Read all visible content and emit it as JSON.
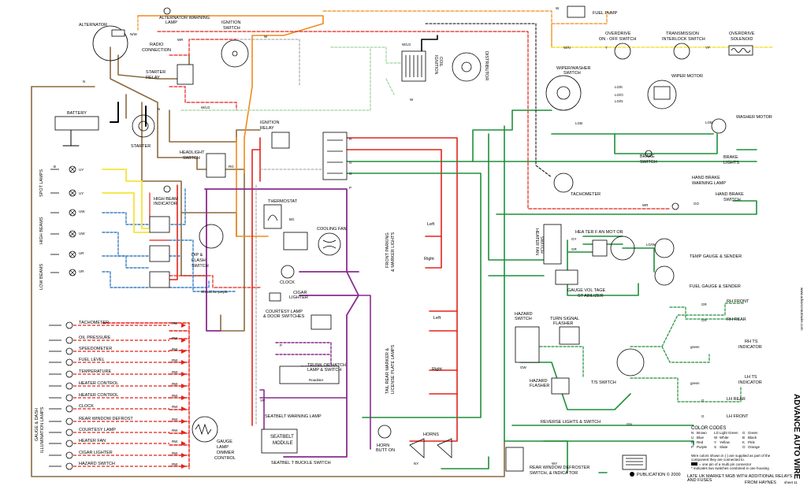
{
  "components": {
    "alternator": "ALTERNATOR",
    "alternator_warning_lamp": [
      "ALTERNATOR WARNING",
      "LAMP"
    ],
    "ignition_switch": [
      "IGNITION",
      "SWITCH"
    ],
    "radio_connection": [
      "RADIO",
      "CONNECTION"
    ],
    "starter_relay": [
      "STARTER",
      "RELAY"
    ],
    "battery": "BATTERY",
    "starter": "STARTER",
    "fuel_pump": "FUEL PUMP",
    "overdrive_switch": [
      "OVERDRIVE",
      "ON - OFF SWITCH"
    ],
    "transmission_interlock": [
      "TRANSMISSION",
      "INTERLOCK SWITCH"
    ],
    "overdrive_solenoid": [
      "OVERDRIVE",
      "SOLENOID"
    ],
    "ignition_coil": [
      "IGNITION",
      "COIL"
    ],
    "distributor": "DISTRIBUTOR",
    "wiper_washer_switch": [
      "WIPER/WASHER",
      "SWITCH"
    ],
    "wiper_motor": "WIPER MOTOR",
    "washer_motor": "WASHER MOTOR",
    "brake_switch": [
      "BRAKE",
      "SWITCH"
    ],
    "brake_lights": [
      "BRAKE",
      "LIGHTS"
    ],
    "ignition_relay": [
      "IGNITION",
      "RELAY"
    ],
    "headlight_switch": [
      "HEADLIGHT",
      "SWITCH"
    ],
    "tachometer_main": "TACHOMETER",
    "hand_brake_lamp": [
      "HAND BRAKE",
      "WARNING LAMP"
    ],
    "hand_brake_switch": [
      "HAND BRAKE",
      "SWITCH"
    ],
    "high_beam_indicator": [
      "HIGH BEAM",
      "INDICATOR"
    ],
    "thermostat": "THERMOSTAT",
    "cooling_fan": "COOLING  FAN",
    "dip_flash_switch": [
      "DIP &",
      "FLASH",
      "SWITCH"
    ],
    "should_be_purple": "Should be purple",
    "clock_main": "CLOCK",
    "cigar_lighter_main": [
      "CIGAR",
      "LIGHTER"
    ],
    "courtesy_lamp": [
      "COURTESY LAMP",
      "& DOOR SWITCHES"
    ],
    "trunk_lamp": [
      "TRUNK OR HATCH",
      "LAMP & SWITCH"
    ],
    "roadster": "Roadster",
    "heater_fan_switch": [
      "HEATER FAN",
      "SWITCH"
    ],
    "heater_fan_motor": "HEA  TER F  AN MOT  OR",
    "temp_gauge": "TEMP  GAUGE & SENDER",
    "fuel_gauge": "FUEL  GAUGE & SENDER",
    "voltage_stabilizer": [
      "GAUGE VOL  TAGE",
      "ST  ABILIZER"
    ],
    "hazard_switch": [
      "HAZARD",
      "SWITCH"
    ],
    "turn_signal_flasher": [
      "TURN SIGNAL",
      "FLASHER"
    ],
    "hazard_flasher": [
      "HAZARD",
      "FLASHER"
    ],
    "ts_switch": "T/S SWITCH",
    "rh_front": "RH FRONT",
    "rh_rear": "RH REAR",
    "rh_ts_indicator": [
      "RH TS",
      "INDICATOR"
    ],
    "lh_ts_indicator": [
      "LH TS",
      "INDICATOR"
    ],
    "lh_front": "LH FRONT",
    "lh_rear": "LH REAR",
    "reverse_lights": "REVERSE LIGHTS & SWITCH",
    "seatbelt_warning_lamp": "SEATBELT WARNING LAMP",
    "seatbelt_module": [
      "SEATBELT",
      "MODULE"
    ],
    "seatbelt_buckle": "SEATBEL T BUCKLE   SWITCH",
    "horn_button": [
      "HORN",
      "BUTT  ON"
    ],
    "horns": "HORNS",
    "rear_window_defroster": [
      "REAR WINDOW DEFROSTER",
      "SWITCH, & INDICA     TOR"
    ],
    "gauge_lamp_dimmer": [
      "GAUGE",
      "LAMP",
      "DIMMER",
      "CONTROL"
    ],
    "left": "Left",
    "right": "Right",
    "green": "green"
  },
  "side_labels": {
    "spot_lamps": "SPOT LAMPS",
    "high_beams": "HIGH BEAMS",
    "low_beams": "LOW BEAMS",
    "gauge_dash": [
      "GAUGE & DASH",
      "ILLUMINATION LAMPS"
    ],
    "front_parking": [
      "FRONT PARKING",
      "& MARKER LIGHTS"
    ],
    "tail_rear_marker": [
      "TAIL REAR MARKER &",
      "LICENSE PLATE LAMPS"
    ]
  },
  "illumination_lamps": [
    "TACHOMETER",
    "OIL PRESSURE",
    "SPEEDOMETER",
    "FUEL LEVEL",
    "TEMPERATURE",
    "HEATER CONTROL",
    "HEATER CONTROL",
    "CLOCK",
    "REAR WINDOW DEFROST",
    "COURTESY LAMP",
    "HEATER FAN",
    "CIGAR LIGHTER",
    "HAZARD SWITCH"
  ],
  "wire_codes": {
    "nw": "N/W",
    "wn": "W/N",
    "w": "W",
    "wr": "WR",
    "wg": "W/G",
    "wlg": "W/LG",
    "n": "N",
    "uy": "UY",
    "uw": "UW",
    "ur": "UR",
    "rw": "RW",
    "rg": "RG",
    "r": "R",
    "g": "G",
    "gn": "GN",
    "go": "GO",
    "gr": "GR",
    "gw": "GW",
    "gy": "GY",
    "b": "B",
    "bg": "BG",
    "yp": "YP",
    "lgb": "LGB",
    "lgk": "LG/K",
    "lgo": "LG/O",
    "lgn": "LG/N",
    "lgw": "LG/W",
    "p": "P",
    "wy": "WY",
    "y": "Y",
    "ny": "NY",
    "ub": "UB",
    "u": "U"
  },
  "color_codes": {
    "title": "COLOR CODES",
    "rows": [
      [
        "N",
        "Brown",
        "LG",
        "Light Green",
        "G",
        "Green"
      ],
      [
        "U",
        "Blue",
        "W",
        "White",
        "B",
        "Black"
      ],
      [
        "R",
        "Red",
        "Y",
        "Yellow",
        "K",
        "Pink"
      ],
      [
        "P",
        "Purple",
        "S",
        "Slate",
        "O",
        "Orange"
      ]
    ],
    "notes": [
      "Wire colors shown in ( ) are supplied as part of the",
      "component they are connected to.",
      "= one pin of a multi pin connector",
      "* indicates two switches combined in one housing"
    ]
  },
  "footer": {
    "late_uk": "LATE UK MARKET MGB WITH ADDITIONAL RELAYS",
    "and_fuses": "AND FUSES",
    "from_haynes": "FROM HAYNES",
    "publication": "PUBLICATION  © 2000",
    "sheet": "sheet 11",
    "brand": "ADVANCE AUTO WIRE",
    "website": "www.advanceautowire.com"
  },
  "colors": {
    "brown": "#8b6a3e",
    "red": "#e3231b",
    "green": "#1f8f3a",
    "blue": "#3a7fc4",
    "yellow": "#f5e43a",
    "purple": "#8a2c8e",
    "orange": "#f08a1c",
    "black": "#000000",
    "lightgreen": "#9fd39c",
    "white_dash": "#999999"
  }
}
